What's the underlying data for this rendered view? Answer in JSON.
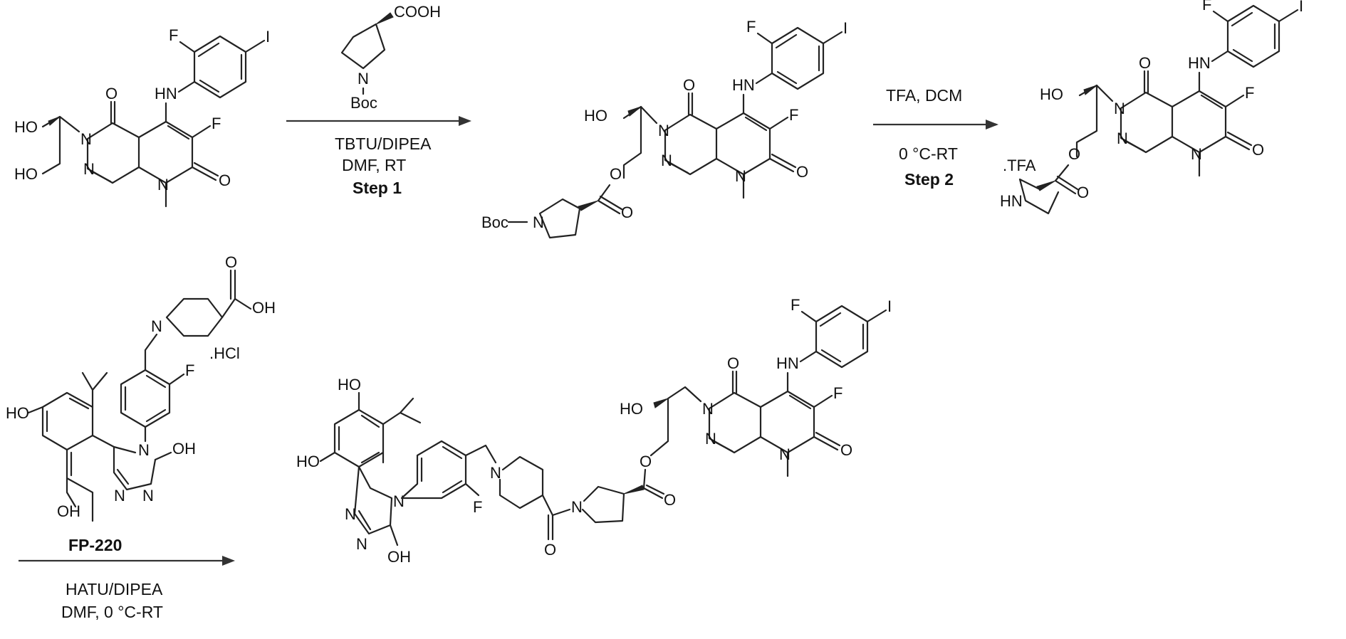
{
  "steps": [
    {
      "reagent_above": "Boc-protected pyrrolidine-3-carboxylic acid",
      "cond_line1": "TBTU/DIPEA",
      "cond_line2": "DMF, RT",
      "step_label": "Step 1"
    },
    {
      "cond_line1": "TFA, DCM",
      "cond_line2": "0 °C-RT",
      "step_label": "Step 2"
    },
    {
      "reagent_label": "FP-220",
      "cond_line1": "HATU/DIPEA",
      "cond_line2": "DMF, 0 °C-RT"
    }
  ],
  "labels": {
    "F": "F",
    "I": "I",
    "O": "O",
    "N": "N",
    "HN": "HN",
    "HO": "HO",
    "OH": "OH",
    "COOH": "COOH",
    "Boc": "Boc",
    "TFA_salt": ".TFA",
    "HCl_salt": ".HCl"
  }
}
